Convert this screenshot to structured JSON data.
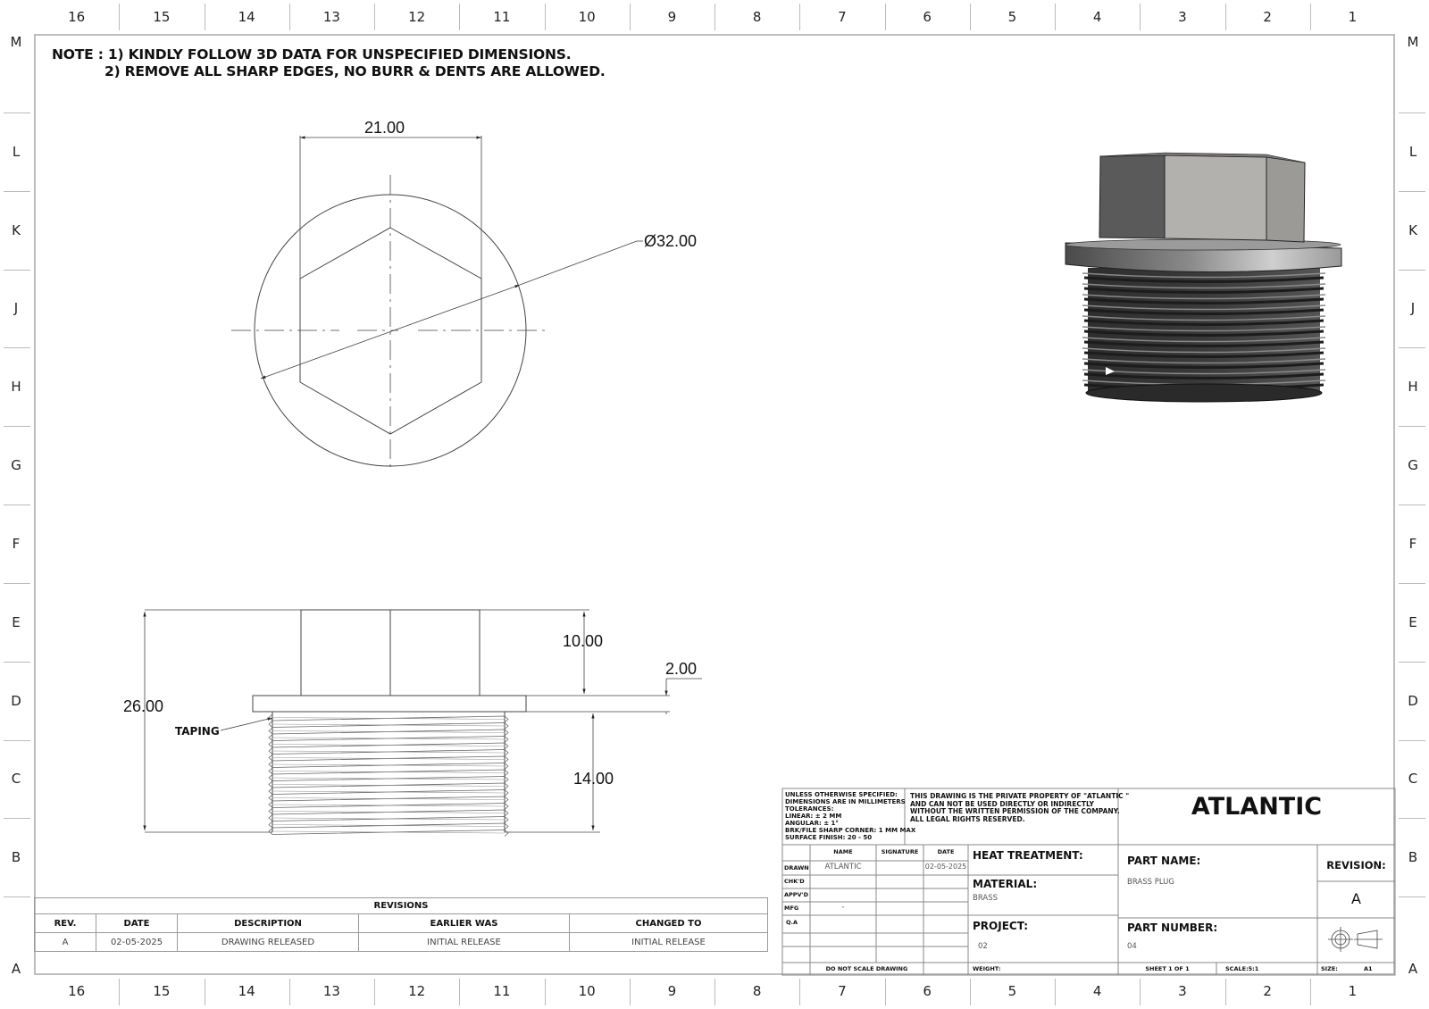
{
  "sheet": {
    "zones_columns": [
      "16",
      "15",
      "14",
      "13",
      "12",
      "11",
      "10",
      "9",
      "8",
      "7",
      "6",
      "5",
      "4",
      "3",
      "2",
      "1"
    ],
    "zones_rows": [
      "M",
      "L",
      "K",
      "J",
      "H",
      "G",
      "F",
      "E",
      "D",
      "C",
      "B",
      "A"
    ]
  },
  "notes": {
    "line1": "NOTE : 1) KINDLY FOLLOW 3D DATA FOR UNSPECIFIED DIMENSIONS.",
    "line2": "2) REMOVE ALL SHARP EDGES, NO BURR & DENTS ARE ALLOWED."
  },
  "top_view": {
    "hex_across_flats": "21.00",
    "flange_diameter": "Ø32.00"
  },
  "front_view": {
    "overall_height": "26.00",
    "hex_height": "10.00",
    "flange_thickness": "2.00",
    "thread_length": "14.00",
    "thread_callout": "TAPING"
  },
  "iso_view": {
    "description": "3D shaded isometric view of brass hex plug"
  },
  "revisions": {
    "title": "REVISIONS",
    "headers": [
      "REV.",
      "DATE",
      "DESCRIPTION",
      "EARLIER WAS",
      "CHANGED TO"
    ],
    "rows": [
      [
        "A",
        "02-05-2025",
        "DRAWING RELEASED",
        "INITIAL RELEASE",
        "INITIAL RELEASE"
      ]
    ]
  },
  "title_block": {
    "tolerances": [
      "UNLESS OTHERWISE SPECIFIED:",
      "DIMENSIONS ARE IN MILLIMETERS",
      "TOLERANCES:",
      "LINEAR: ± 2 MM",
      "ANGULAR: ± 1°",
      "BRK/FILE SHARP CORNER: 1 MM MAX",
      "SURFACE FINISH: 20 - 50"
    ],
    "property_notice": [
      "THIS DRAWING IS THE PRIVATE PROPERTY OF \"ATLANTIC \"",
      "AND CAN NOT BE USED DIRECTLY OR INDIRECTLY",
      "WITHOUT THE WRITTEN PERMISSION  OF THE COMPANY.",
      "ALL LEGAL RIGHTS RESERVED."
    ],
    "company": "ATLANTIC",
    "approval_headers": {
      "name": "NAME",
      "signature": "SIGNATURE",
      "date": "DATE"
    },
    "approval_rows": [
      {
        "role": "DRAWN",
        "name": "ATLANTIC",
        "signature": "",
        "date": "02-05-2025"
      },
      {
        "role": "CHK'D",
        "name": "",
        "signature": "",
        "date": ""
      },
      {
        "role": "APPV'D",
        "name": "",
        "signature": "",
        "date": ""
      },
      {
        "role": "MFG",
        "name": "-",
        "signature": "",
        "date": ""
      },
      {
        "role": "Q.A",
        "name": "",
        "signature": "",
        "date": ""
      }
    ],
    "do_not_scale": "DO NOT SCALE DRAWING",
    "heat_treatment_label": "HEAT TREATMENT:",
    "heat_treatment_value": "",
    "material_label": "MATERIAL:",
    "material_value": "BRASS",
    "project_label": "PROJECT:",
    "project_value": "02",
    "weight_label": "WEIGHT:",
    "part_name_label": "PART NAME:",
    "part_name_value": "BRASS PLUG",
    "part_number_label": "PART NUMBER:",
    "part_number_value": "04",
    "revision_label": "REVISION:",
    "revision_value": "A",
    "sheet": "SHEET 1 OF 1",
    "scale": "SCALE:5:1",
    "size_label": "SIZE:",
    "size_value": "A1"
  }
}
